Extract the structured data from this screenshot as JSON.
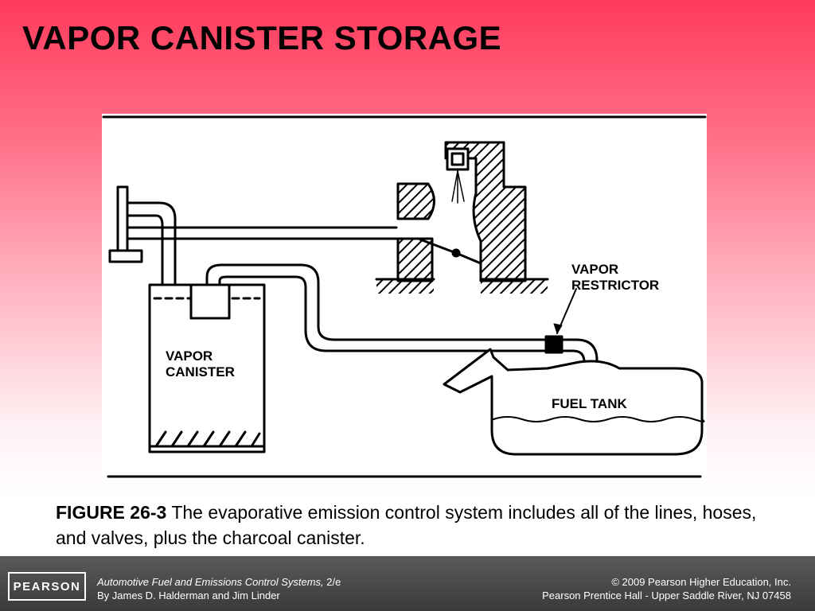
{
  "slide": {
    "title": "VAPOR CANISTER STORAGE"
  },
  "diagram": {
    "labels": {
      "vapor_restrictor_line1": "VAPOR",
      "vapor_restrictor_line2": "RESTRICTOR",
      "vapor_canister_line1": "VAPOR",
      "vapor_canister_line2": "CANISTER",
      "fuel_tank": "FUEL TANK"
    }
  },
  "caption": {
    "figure_number": "FIGURE 26-3",
    "text": "The evaporative emission control system includes all of the lines, hoses, and valves, plus the charcoal canister."
  },
  "footer": {
    "logo": "PEARSON",
    "book_title": "Automotive Fuel and Emissions Control Systems,",
    "edition": "2/e",
    "authors": "By James D. Halderman and Jim Linder",
    "copyright": "© 2009 Pearson Higher Education, Inc.",
    "publisher": "Pearson Prentice Hall - Upper Saddle River, NJ 07458"
  },
  "colors": {
    "gradient_top": "#ff3a5c",
    "footer_bg": "#444444"
  }
}
